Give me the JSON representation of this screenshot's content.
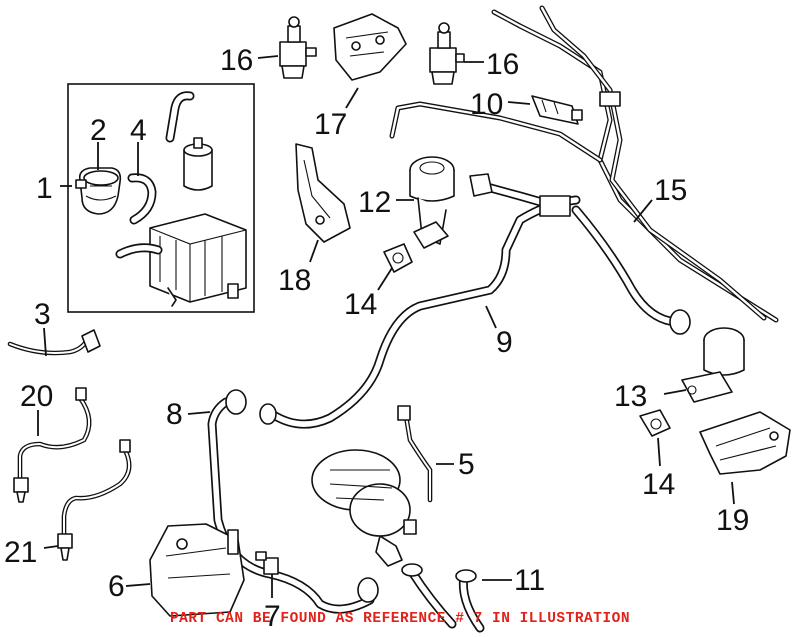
{
  "callouts": {
    "c1": "1",
    "c2": "2",
    "c3": "3",
    "c4": "4",
    "c5": "5",
    "c6": "6",
    "c7": "7",
    "c8": "8",
    "c9": "9",
    "c10": "10",
    "c11": "11",
    "c12": "12",
    "c13": "13",
    "c14a": "14",
    "c14b": "14",
    "c15": "15",
    "c16a": "16",
    "c16b": "16",
    "c17": "17",
    "c18": "18",
    "c19": "19",
    "c20": "20",
    "c21": "21"
  },
  "footer_note": "PART CAN BE FOUND AS REFERENCE # 7 IN ILLUSTRATION",
  "colors": {
    "note": "#e0241b",
    "lines": "#111111",
    "background": "#ffffff"
  }
}
